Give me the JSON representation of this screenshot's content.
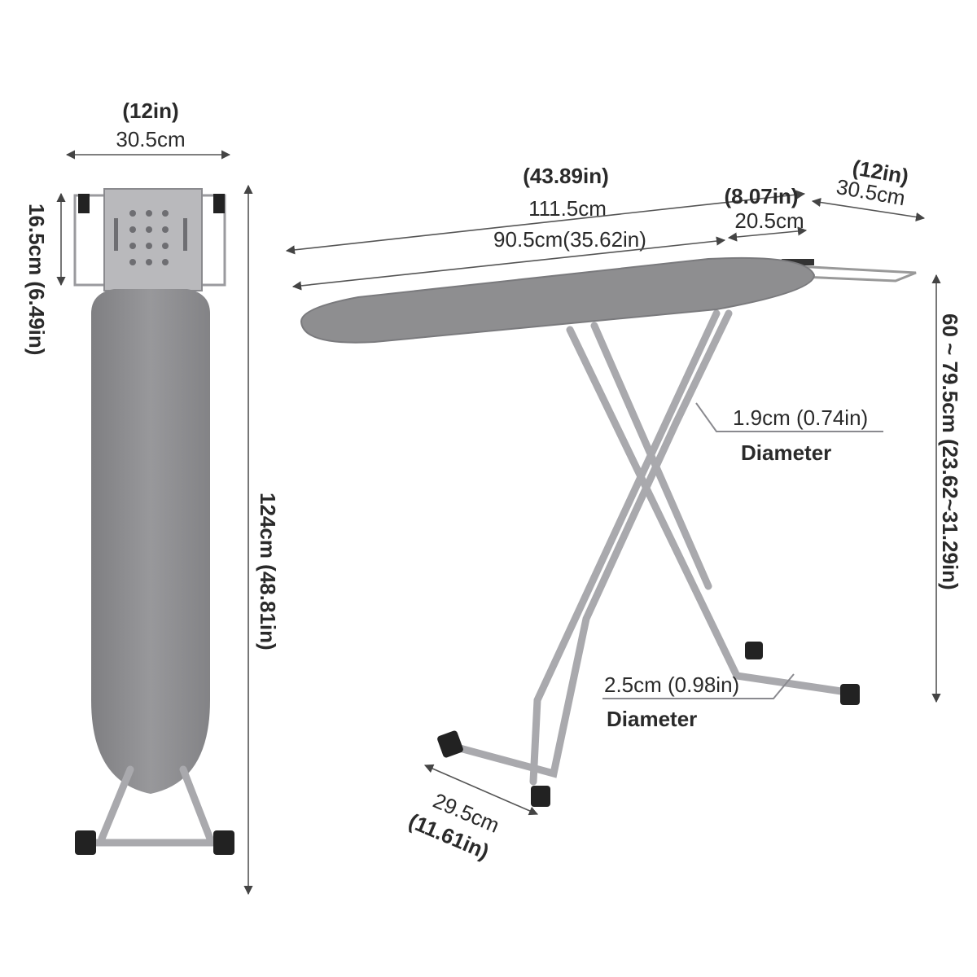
{
  "front_view": {
    "width_in": "(12in)",
    "width_cm": "30.5cm",
    "rest_height": "16.5cm (6.49in)",
    "total_length": "124cm (48.81in)"
  },
  "side_view": {
    "total_length_in": "(43.89in)",
    "total_length_cm": "111.5cm",
    "board_length": "90.5cm(35.62in)",
    "rest_length_in": "(8.07in)",
    "rest_length_cm": "20.5cm",
    "rest_width_in": "(12in)",
    "rest_width_cm": "30.5cm",
    "height_range": "60 ~ 79.5cm (23.62~31.29in)",
    "leg_diameter_value": "1.9cm (0.74in)",
    "leg_diameter_label": "Diameter",
    "foot_diameter_value": "2.5cm (0.98in)",
    "foot_diameter_label": "Diameter",
    "foot_width_cm": "29.5cm",
    "foot_width_in": "(11.61in)"
  },
  "colors": {
    "board": "#8e8e90",
    "frame": "#a9a9ad",
    "text": "#2a2a2a"
  }
}
